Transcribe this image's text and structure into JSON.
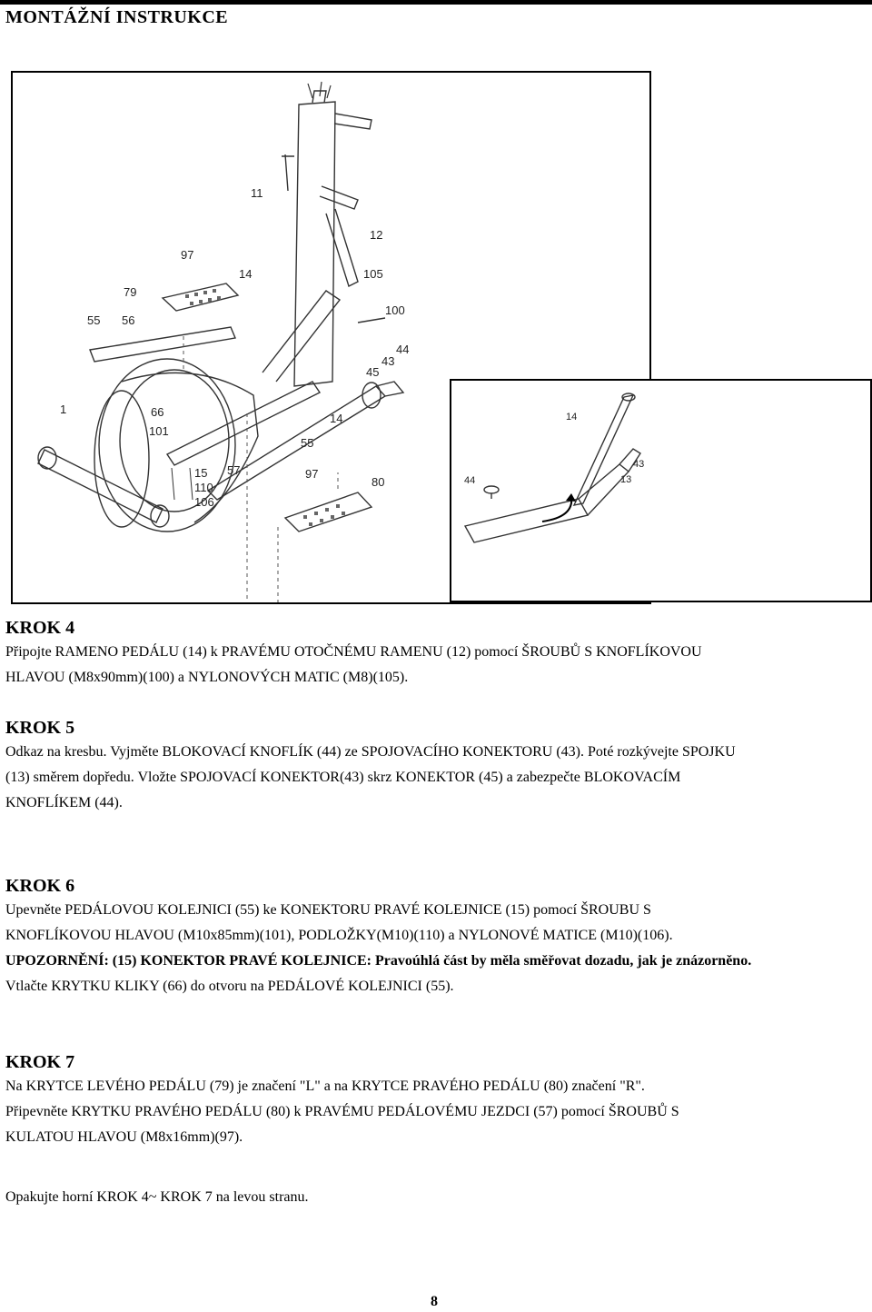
{
  "page": {
    "title": "MONTÁŽNÍ INSTRUKCE",
    "page_number": "8"
  },
  "figure": {
    "labels": {
      "l11": "11",
      "l12": "12",
      "l97a": "97",
      "l14a": "14",
      "l105": "105",
      "l79": "79",
      "l100": "100",
      "l55a": "55",
      "l56": "56",
      "l44a": "44",
      "l43a": "43",
      "l45": "45",
      "l1": "1",
      "l66": "66",
      "l14b": "14",
      "l101": "101",
      "l55b": "55",
      "l15": "15",
      "l57": "57",
      "l97b": "97",
      "l110": "110",
      "l80": "80",
      "l106": "106"
    },
    "inset_labels": {
      "l14": "14",
      "l43": "43",
      "l44": "44",
      "l13": "13"
    }
  },
  "steps": [
    {
      "heading": "KROK 4",
      "lines": [
        "Připojte RAMENO PEDÁLU (14) k PRAVÉMU OTOČNÉMU RAMENU (12) pomocí ŠROUBŮ S KNOFLÍKOVOU",
        "HLAVOU (M8x90mm)(100) a NYLONOVÝCH MATIC (M8)(105)."
      ]
    },
    {
      "heading": "KROK 5",
      "lines": [
        "Odkaz na kresbu. Vyjměte BLOKOVACÍ KNOFLÍK (44) ze SPOJOVACÍHO KONEKTORU (43). Poté rozkývejte SPOJKU",
        "(13) směrem dopředu. Vložte SPOJOVACÍ KONEKTOR(43) skrz KONEKTOR (45) a zabezpečte BLOKOVACÍM",
        "KNOFLÍKEM (44)."
      ]
    },
    {
      "heading": "KROK 6",
      "lines": [
        "Upevněte PEDÁLOVOU KOLEJNICI (55) ke KONEKTORU PRAVÉ KOLEJNICE (15) pomocí ŠROUBU S",
        "KNOFLÍKOVOU HLAVOU (M10x85mm)(101), PODLOŽKY(M10)(110) a NYLONOVÉ MATICE (M10)(106)."
      ],
      "warning": "UPOZORNĚNÍ: (15) KONEKTOR PRAVÉ KOLEJNICE: Pravoúhlá část by měla směřovat dozadu, jak je znázorněno.",
      "after": "Vtlačte KRYTKU KLIKY (66) do otvoru na PEDÁLOVÉ KOLEJNICI (55)."
    },
    {
      "heading": "KROK 7",
      "lines": [
        "Na KRYTCE LEVÉHO PEDÁLU (79) je značení \"L\" a na KRYTCE PRAVÉHO PEDÁLU (80) značení \"R\".",
        "Připevněte KRYTKU PRAVÉHO PEDÁLU (80) k PRAVÉMU PEDÁLOVÉMU JEZDCI (57) pomocí ŠROUBŮ S",
        "KULATOU HLAVOU (M8x16mm)(97)."
      ]
    }
  ],
  "closing": "Opakujte horní KROK 4~ KROK 7 na levou stranu."
}
